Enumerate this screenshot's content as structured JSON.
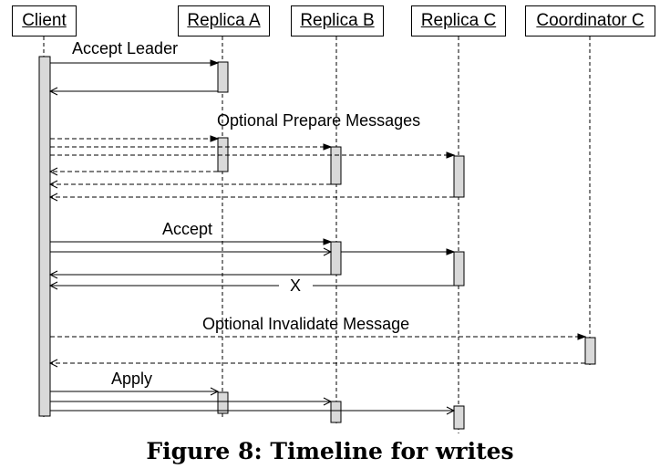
{
  "participants": {
    "client": "Client",
    "replica_a": "Replica A",
    "replica_b": "Replica B",
    "replica_c": "Replica C",
    "coordinator_c": "Coordinator C"
  },
  "labels": {
    "accept_leader": "Accept Leader",
    "optional_prepare": "Optional Prepare Messages",
    "accept": "Accept",
    "failed_reply_mark": "X",
    "optional_invalidate": "Optional Invalidate Message",
    "apply": "Apply"
  },
  "caption": "Figure 8: Timeline for writes",
  "colors": {
    "activation_fill": "#d9d9d9",
    "line": "#000000"
  }
}
